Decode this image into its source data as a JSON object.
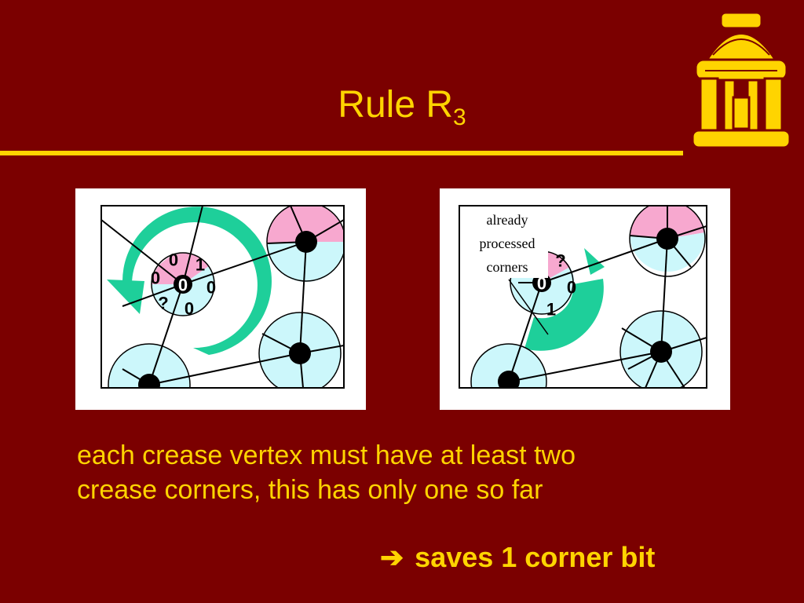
{
  "slide": {
    "title_main": "Rule R",
    "title_sub": "3",
    "body_line1": "each crease vertex must have at least two",
    "body_line2": "crease corners, this has only one so far",
    "conclusion_arrow": "➔",
    "conclusion_text": "saves 1 corner bit"
  },
  "figure_left": {
    "labels": {
      "top": "0",
      "top_right": "1",
      "left": "0",
      "center": "0",
      "right": "0",
      "bottom_left": "?",
      "bottom": "0"
    }
  },
  "figure_right": {
    "annotation": [
      "already",
      "processed",
      "corners"
    ],
    "labels": {
      "top": "?",
      "center": "0",
      "right": "0",
      "bottom": "1"
    }
  },
  "colors": {
    "background": "#7b0000",
    "accent": "#ffd400",
    "pink": "#f7a8cf",
    "light_blue": "#ccf7fb",
    "teal": "#1ecf9a"
  }
}
